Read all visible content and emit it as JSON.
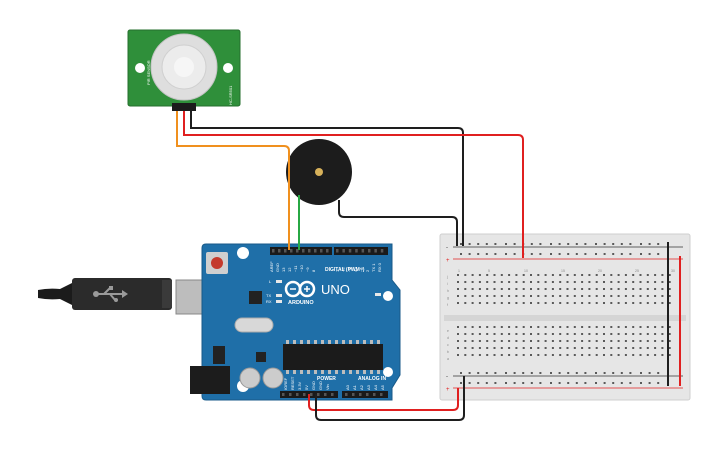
{
  "pir": {
    "label_left": "PIR SENSOR",
    "label_right": "HC-SR501"
  },
  "arduino": {
    "brand": "ARDUINO",
    "model": "UNO",
    "digital_label": "DIGITAL (PWM~)",
    "power_label": "POWER",
    "analog_label": "ANALOG IN",
    "on_label": "ON",
    "l_label": "L",
    "tx_label": "TX",
    "rx_label": "RX",
    "digital_pins": [
      "AREF",
      "GND",
      "13",
      "12",
      "~11",
      "~10",
      "~9",
      "8",
      "7",
      "~6",
      "~5",
      "4",
      "~3",
      "2",
      "TX 1",
      "RX 0"
    ],
    "power_pins": [
      "IOREF",
      "RESET",
      "3.3V",
      "5V",
      "GND",
      "GND",
      "Vin"
    ],
    "analog_pins": [
      "A0",
      "A1",
      "A2",
      "A3",
      "A4",
      "A5"
    ]
  },
  "breadboard": {
    "plus": "+",
    "minus": "-",
    "row_letters_top": [
      "j",
      "i",
      "h",
      "g",
      "f"
    ],
    "row_letters_bottom": [
      "e",
      "d",
      "c",
      "b",
      "a"
    ],
    "column_numbers": [
      "1",
      "5",
      "10",
      "15",
      "20",
      "25",
      "30"
    ]
  },
  "wires": {
    "signal": "#f0901e",
    "buzzer": "#27a844",
    "power": "#e02020",
    "ground": "#1e1e1e"
  },
  "colors": {
    "arduino_board": "#1f6fa8",
    "pir_board": "#2f8f3a",
    "breadboard": "#e7e7e7"
  }
}
